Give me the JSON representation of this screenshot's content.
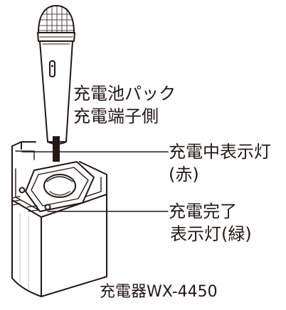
{
  "labels": {
    "battery_pack_line1": "充電池パック",
    "battery_pack_line2": "充電端子側",
    "red_lamp_line1": "充電中表示灯",
    "red_lamp_line2": "(赤)",
    "green_lamp_line1": "充電完了",
    "green_lamp_line2": "表示灯(緑)",
    "charger_model": "充電器WX-4450"
  },
  "colors": {
    "ink": "#231815",
    "background": "#ffffff"
  }
}
